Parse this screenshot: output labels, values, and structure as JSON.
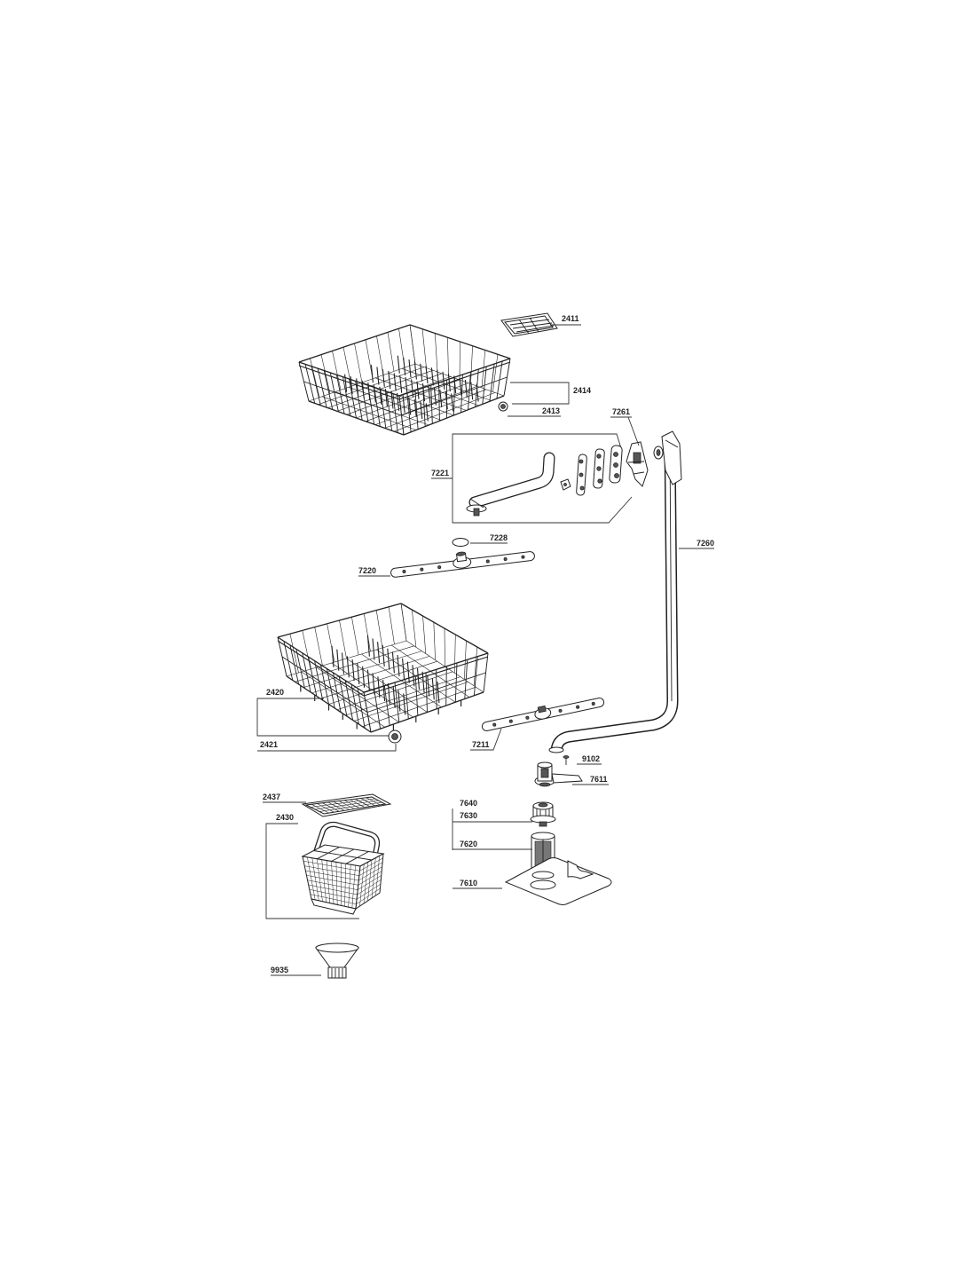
{
  "labels": {
    "l2411": "2411",
    "l2414": "2414",
    "l2413": "2413",
    "l7261": "7261",
    "l7221": "7221",
    "l7228": "7228",
    "l7260": "7260",
    "l7220": "7220",
    "l2420": "2420",
    "l2421": "2421",
    "l7211": "7211",
    "l9102": "9102",
    "l7611": "7611",
    "l2437": "2437",
    "l7640": "7640",
    "l7630": "7630",
    "l2430": "2430",
    "l7620": "7620",
    "l7610": "7610",
    "l9935": "9935"
  },
  "colors": {
    "line": "#222222",
    "background": "#ffffff"
  }
}
